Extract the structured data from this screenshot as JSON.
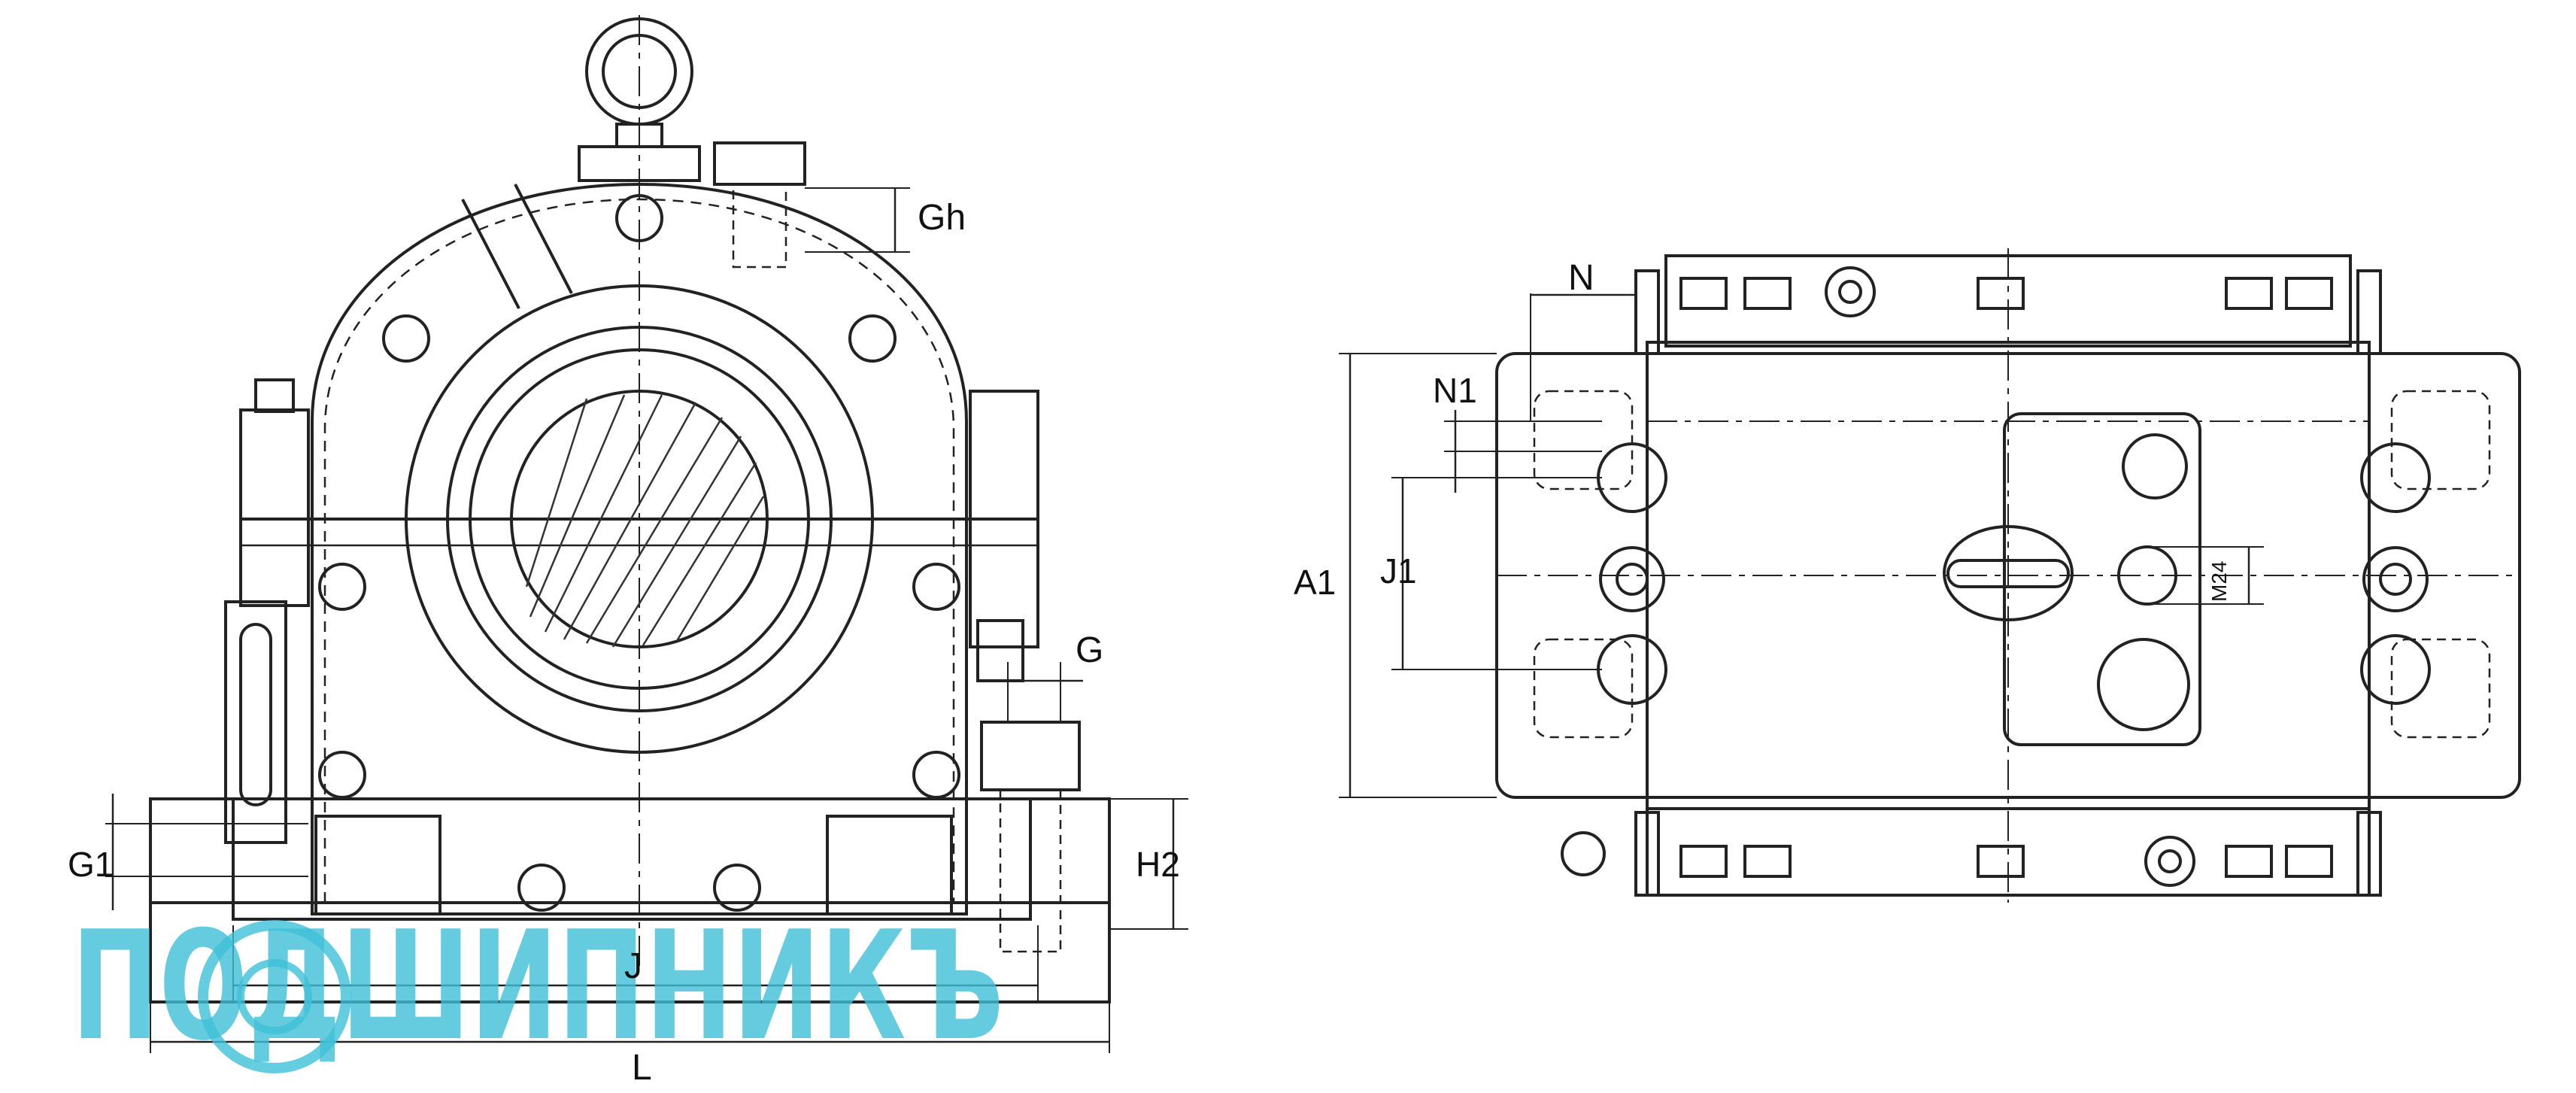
{
  "labels": {
    "Gh": "Gh",
    "G": "G",
    "G1": "G1",
    "H2": "H2",
    "J": "J",
    "L": "L",
    "N": "N",
    "N1": "N1",
    "A1": "A1",
    "J1": "J1",
    "M24": "M24"
  },
  "watermark": {
    "text": "ПОДШИПНИКЪ",
    "color": "#3fc0d8"
  },
  "colors": {
    "line": "#222222",
    "thin": "#444444"
  }
}
